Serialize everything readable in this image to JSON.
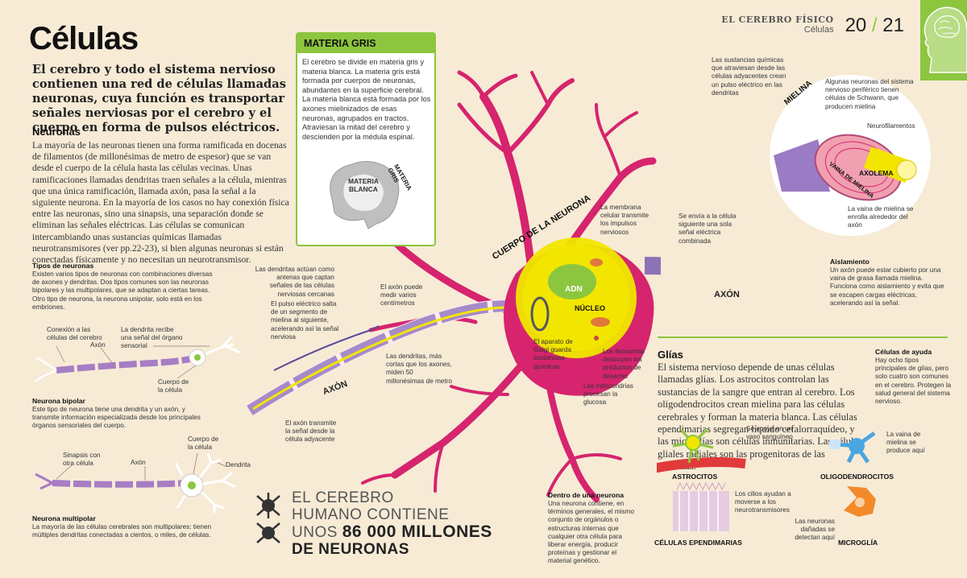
{
  "header": {
    "section": "EL CEREBRO FÍSICO",
    "subsection": "Células",
    "page_left": "20",
    "page_sep": "/",
    "page_right": "21"
  },
  "title": "Células",
  "intro": "El cerebro y todo el sistema nervioso contienen una red de células llamadas neuronas, cuya función es transportar señales nerviosas por el cerebro y el cuerpo en forma de pulsos eléctricos.",
  "neuronas": {
    "heading": "Neuronas",
    "text": "La mayoría de las neuronas tienen una forma ramificada en docenas de filamentos (de millonésimas de metro de espesor) que se van desde el cuerpo de la célula hasta las células vecinas. Unas ramificaciones llamadas dendritas traen señales a la célula, mientras que una única ramificación, llamada axón, pasa la señal a la siguiente neurona. En la mayoría de los casos no hay conexión física entre las neuronas, sino una sinapsis, una separación donde se eliminan las señales eléctricas. Las células se comunican intercambiando unas sustancias químicas llamadas neurotransmisores (ver pp.22-23), si bien algunas neuronas si están conectadas físicamente y no necesitan un neurotransmisor."
  },
  "tipos": {
    "heading": "Tipos de neuronas",
    "text": "Existen varios tipos de neuronas con combinaciones diversas de axones y dendritas. Dos tipos comunes son las neuronas bipolares y las multipolares, que se adaptan a ciertas tareas. Otro tipo de neurona, la neurona unipolar, solo está en los embriones."
  },
  "bipolar": {
    "label_conexion": "Conexión a las células del cerebro",
    "label_dendrita": "La dendrita recibe una señal del órgano sensorial",
    "label_axon": "Axón",
    "label_cuerpo": "Cuerpo de la célula",
    "heading": "Neurona bipolar",
    "text": "Este tipo de neurona tiene una dendrita y un axón, y transmite información especializada desde los principales órganos sensoriales del cuerpo."
  },
  "multipolar": {
    "label_sinapsis": "Sinapsis con otra célula",
    "label_axon": "Axón",
    "label_cuerpo": "Cuerpo de la célula",
    "label_dendrita": "Dendrita",
    "heading": "Neurona multipolar",
    "text": "La mayoría de las células cerebrales son multipolares: tienen múltiples dendritas conectadas a cientos, o miles, de células."
  },
  "materia_gris": {
    "heading": "MATERIA GRIS",
    "text": "El cerebro se divide en materia gris y materia blanca. La materia gris está formada por cuerpos de neuronas, abundantes en la superficie cerebral. La materia blanca está formada por los axones mielinizados de esas neuronas, agrupados en tractos. Atraviesan la mitad del cerebro y descienden por la médula espinal.",
    "label_gris": "MATERIA GRIS",
    "label_blanca_1": "MATERIA",
    "label_blanca_2": "BLANCA"
  },
  "neuron_labels": {
    "cuerpo": "CUERPO DE LA NEURONA",
    "adn": "ADN",
    "nucleo": "NÚCLEO",
    "axon_left": "AXÓN",
    "axon_right": "AXÓN",
    "membrana": "La membrana celular transmite los impulsos nerviosos",
    "dendritas_antenas": "Las dendritas actúan como antenas que captan señales de las células nerviosas cercanas",
    "axon_medir": "El axón puede medir varios centímetros",
    "pulso": "El pulso eléctrico salta de un segmento de mielina al siguiente, acelerando así la señal nerviosa",
    "dendritas_cortas": "Las dendritas, más cortas que los axones, miden 50 millonésimas de metro",
    "golgi": "El aparato de Golgi guarda sustancias químicas",
    "lisosomas": "Los lisosomas destruyen los productos de desecho",
    "mitocondrias": "Las mitocondrias procesan la glucosa",
    "axon_transmite": "El axón transmite la señal desde la célula adyacente",
    "sustancias": "Las sustancias químicas que atraviesan desde las células adyacentes crean un pulso eléctrico en las dendritas",
    "envia": "Se envía a la célula siguiente una sola señal eléctrica combinada"
  },
  "mielina": {
    "heading": "MIELINA",
    "schwann": "Algunas neuronas del sistema nervioso periférico tienen células de Schwann, que producen mielina",
    "neurofilamentos": "Neurofilamentos",
    "axolema": "AXOLEMA",
    "vaina": "VAINA DE MIELINA",
    "vaina_text": "La vaina de mielina se enrolla alrededor del axón"
  },
  "aislamiento": {
    "heading": "Aislamiento",
    "text": "Un axón puede estar cubierto por una vaina de grasa llamada mielina. Funciona como aislamiento y evita que se escapen cargas eléctricas, acelerando así la señal."
  },
  "glias": {
    "heading": "Glías",
    "text": "El sistema nervioso depende de unas células llamadas glías. Los astrocitos controlan las sustancias de la sangre que entran al cerebro. Los oligodendrocitos crean mielina para las células cerebrales y forman la materia blanca. Las células ependimarias segregan líquido cefalorraquídeo, y las microglías son células inmunitarias. Las células gliales radiales son las progenitoras de las neuronas."
  },
  "ayuda": {
    "heading": "Células de ayuda",
    "text": "Hay ocho tipos principales de glías, pero solo cuatro son comunes en el cerebro. Protegen la salud general del sistema nervioso."
  },
  "glia_labels": {
    "vaso": "Se apoya en un vaso sanguíneo",
    "astrocitos": "ASTROCITOS",
    "vaina_oligo": "La vaina de mielina se produce aquí",
    "oligo": "OLIGODENDROCITOS",
    "cilios": "Los cilios ayudan a moverse a los neurotransmisores",
    "ependimarias": "CÉLULAS EPENDIMARIAS",
    "danadas": "Las neuronas dañadas se detectan aquí",
    "microglia": "MICROGLÍA"
  },
  "dentro": {
    "heading": "Dentro de una neurona",
    "text": "Una neurona contiene, en términos generales, el mismo conjunto de orgánulos o estructuras internas que cualquier otra célula para liberar energía, producir proteínas y gestionar el material genético."
  },
  "stat": {
    "line1": "EL CEREBRO",
    "line2": "HUMANO CONTIENE",
    "line3_pre": "UNOS ",
    "line3_num": "86 000 MILLONES",
    "line4": "DE NEURONAS"
  },
  "colors": {
    "background": "#f7ebd6",
    "neuron": "#d6246e",
    "accent_green": "#8cc63f",
    "nucleus_yellow": "#f2e600",
    "axon_purple": "#8c73b8"
  }
}
